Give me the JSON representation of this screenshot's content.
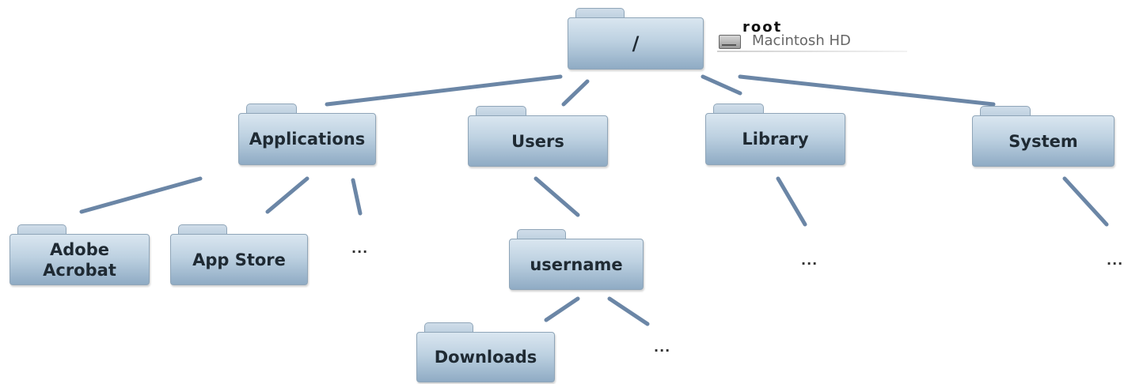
{
  "badge": {
    "root_text": "root",
    "volume_name": "Macintosh HD",
    "icon": "hard-drive-icon"
  },
  "folders": {
    "root": "/",
    "applications": "Applications",
    "users": "Users",
    "library": "Library",
    "system": "System",
    "adobe_line1": "Adobe",
    "adobe_line2": "Acrobat",
    "app_store": "App Store",
    "username": "username",
    "downloads": "Downloads"
  },
  "ellipsis": "..."
}
